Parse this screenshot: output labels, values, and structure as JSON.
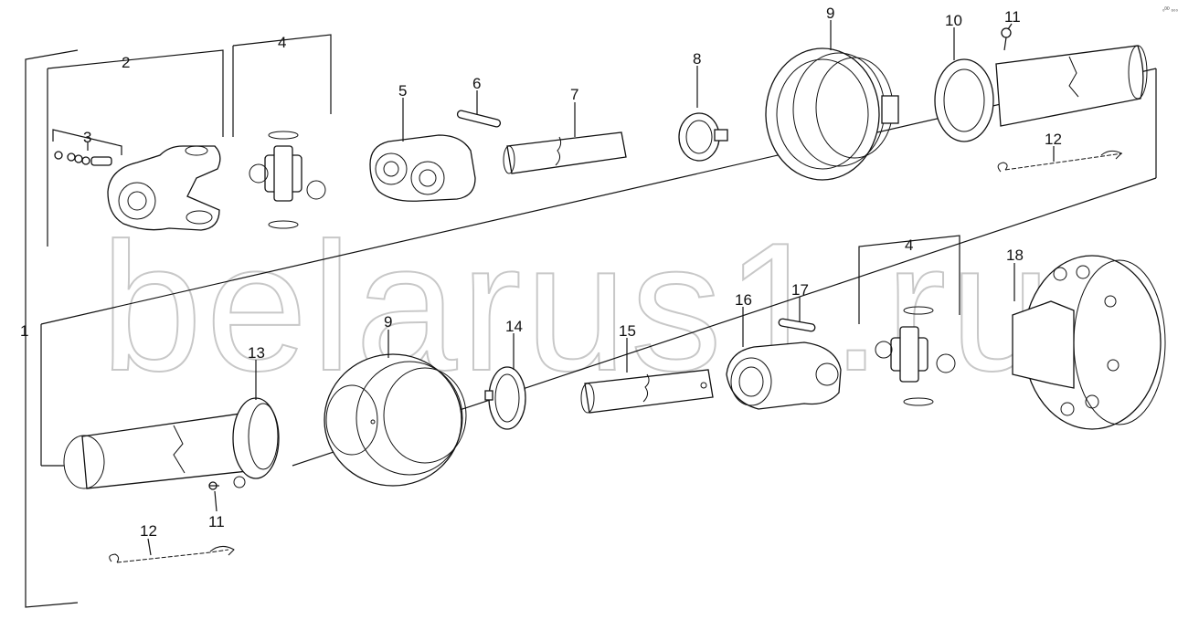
{
  "watermark": "belarus1.ru",
  "corner_mark": "₀ᴰᴰ ₆₀₀",
  "callouts": {
    "c1": "1",
    "c2": "2",
    "c3": "3",
    "c4a": "4",
    "c4b": "4",
    "c5": "5",
    "c6": "6",
    "c7": "7",
    "c8": "8",
    "c9a": "9",
    "c9b": "9",
    "c10": "10",
    "c11a": "11",
    "c11b": "11",
    "c12a": "12",
    "c12b": "12",
    "c13": "13",
    "c14": "14",
    "c15": "15",
    "c16": "16",
    "c17": "17",
    "c18": "18"
  }
}
